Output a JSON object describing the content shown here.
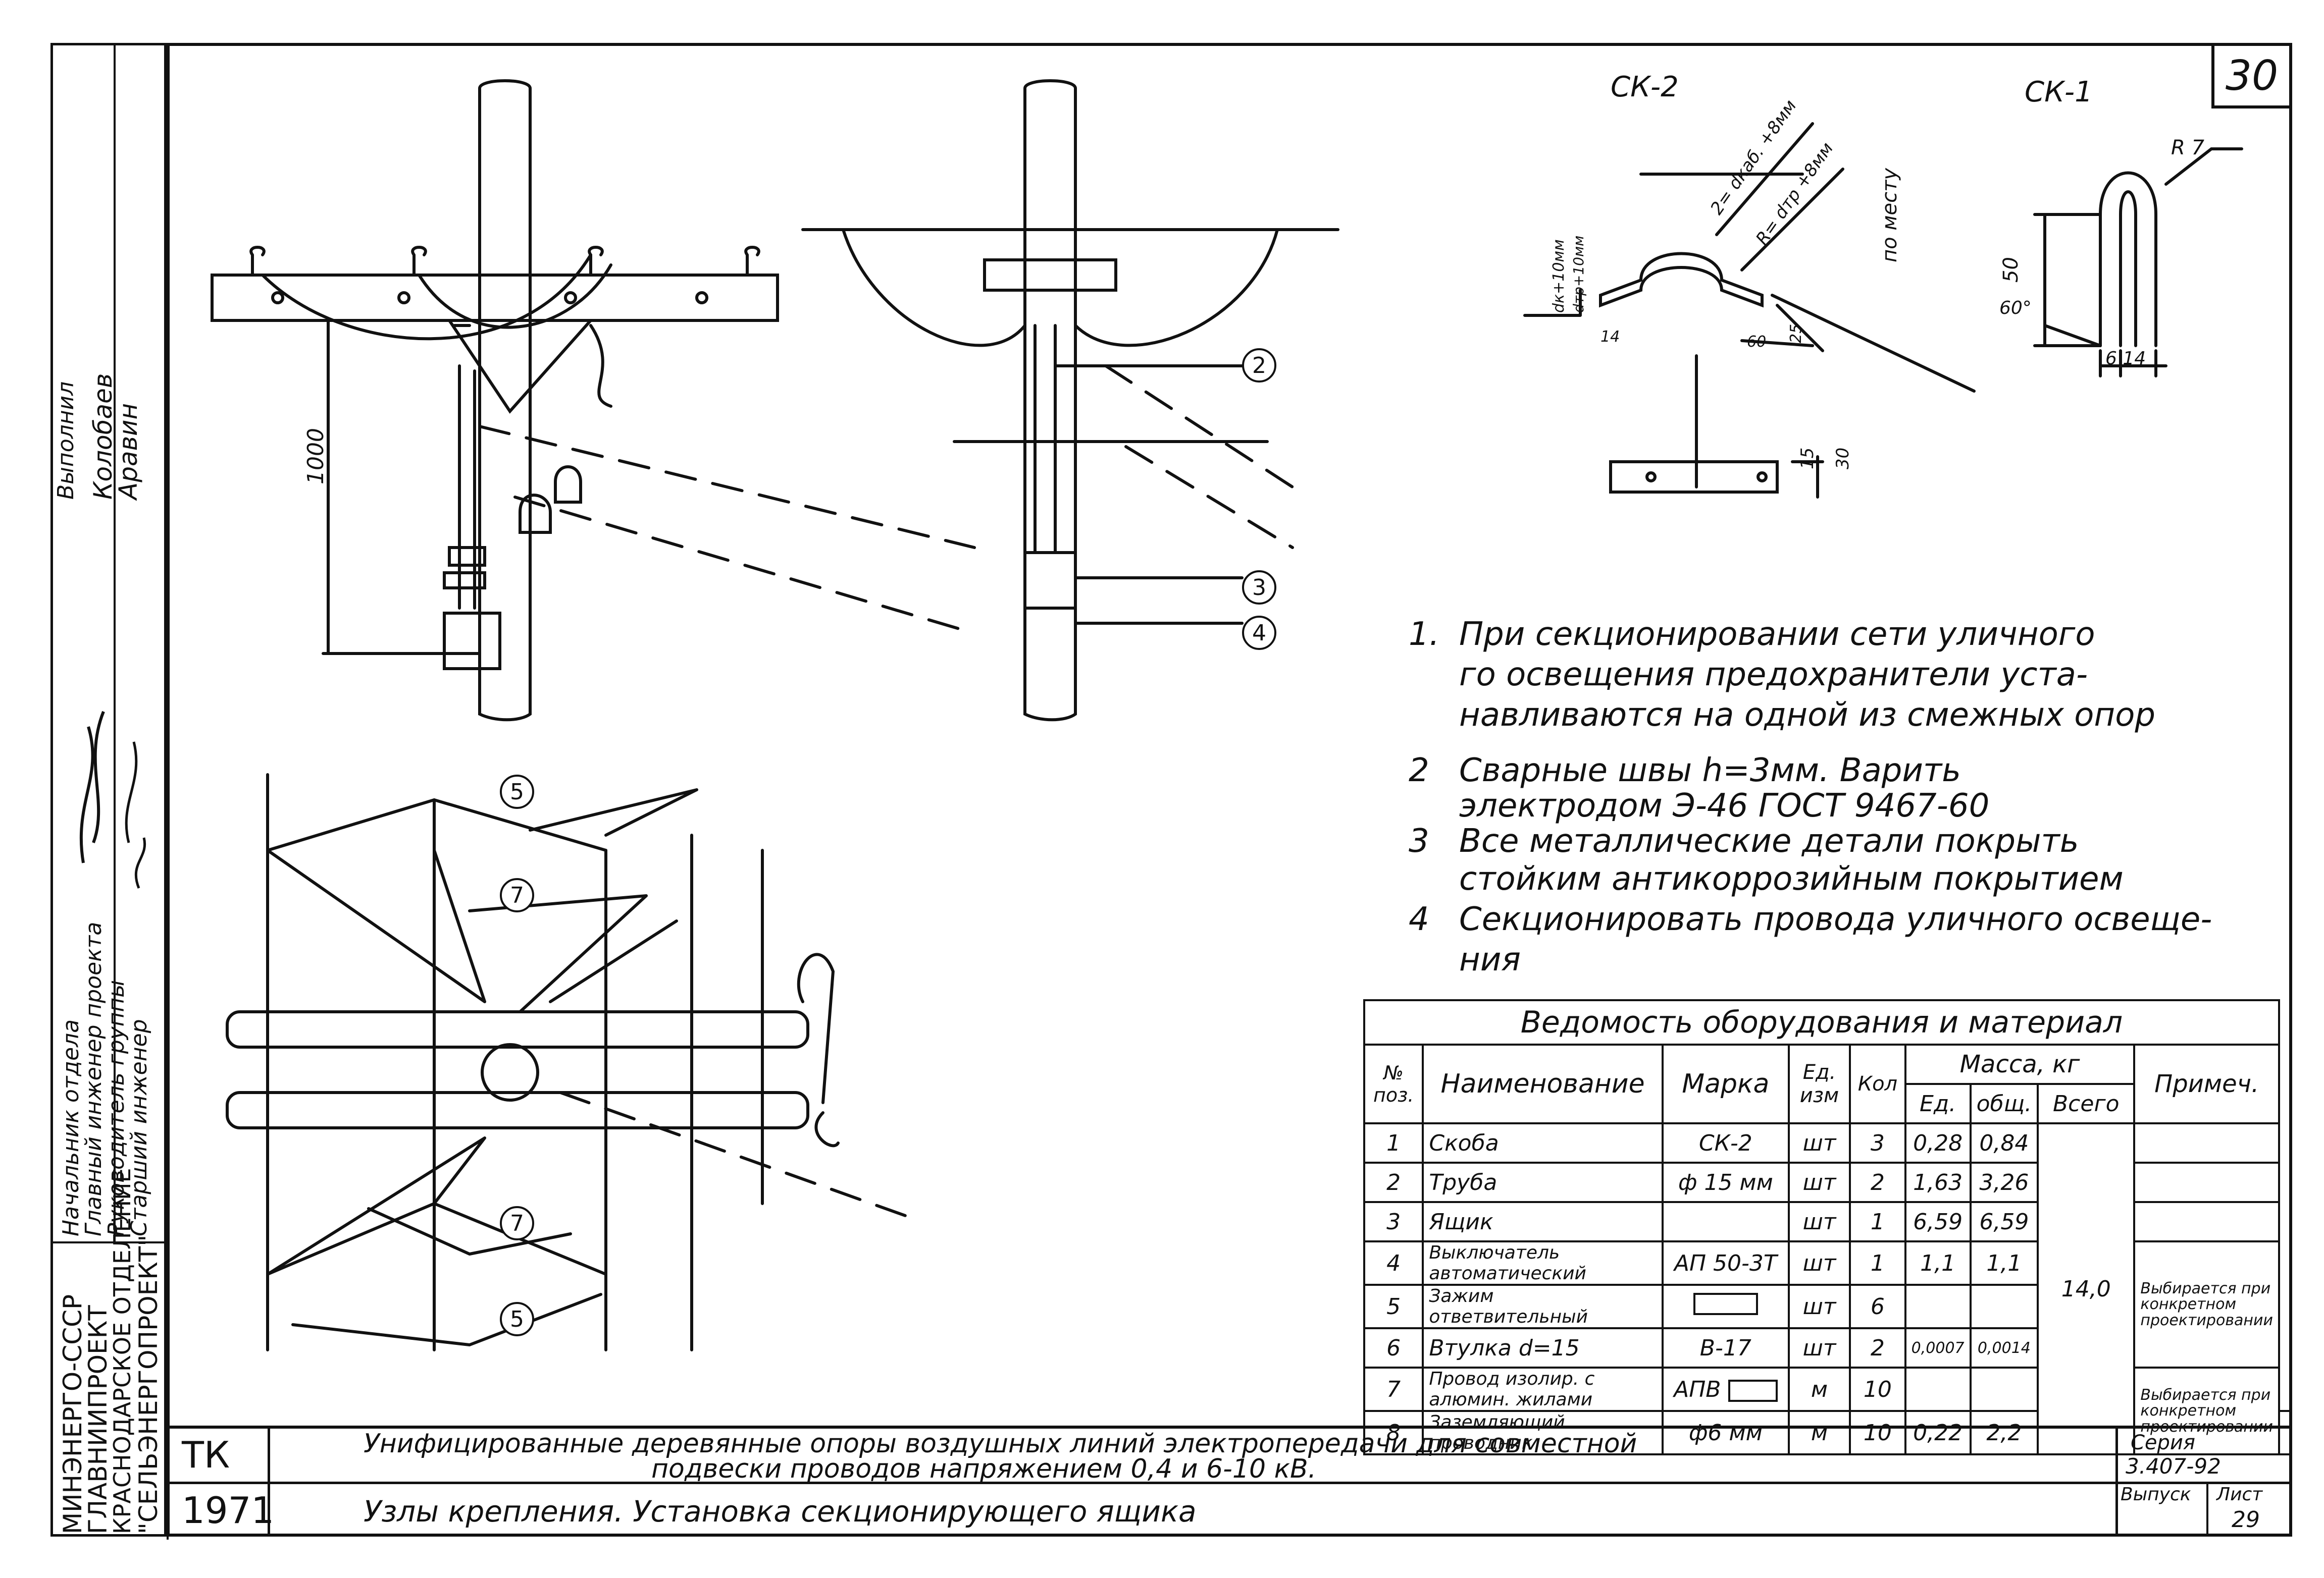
{
  "sheet_number": "30",
  "labels": {
    "ck2": "СК-2",
    "ck1": "СК-1",
    "r7": "R 7",
    "dim_1000": "1000",
    "dim_50": "50",
    "dim_60deg": "60°",
    "dim_6_14": "6 14",
    "dim_15": "15",
    "dim_30": "30",
    "dim_14": "14",
    "dim_60": "60",
    "dim_25": "25",
    "dim_dk": "dк+10мм",
    "dim_dtr": "dтр+10мм",
    "dim_formula1": "2= dкаб. +8мм",
    "dim_formula2": "R= dтр +8мм",
    "po_mestu": "по месту",
    "callouts": [
      "2",
      "3",
      "4",
      "5",
      "7",
      "7",
      "5"
    ]
  },
  "notes": [
    {
      "num": "1.",
      "lines": [
        "При секционировании сети уличного",
        "го освещения предохранители уста-",
        "навливаются на одной из смежных опор"
      ]
    },
    {
      "num": "2",
      "lines": [
        "Сварные швы h=3мм. Варить",
        "электродом Э-46 ГОСТ 9467-60"
      ]
    },
    {
      "num": "3",
      "lines": [
        "Все металлические детали покрыть",
        "стойким антикоррозийным покрытием"
      ]
    },
    {
      "num": "4",
      "lines": [
        "Секционировать провода уличного освеще-",
        "ния"
      ]
    }
  ],
  "spec": {
    "title": "Ведомость оборудования и материал",
    "headers": {
      "pos": "№ поз.",
      "name": "Наименование",
      "mark": "Марка",
      "unit": "Ед. изм",
      "qty": "Кол",
      "mass": "Масса, кг",
      "m_unit": "Ед.",
      "m_total": "общ.",
      "m_all": "Всего",
      "note": "Примеч."
    },
    "rows": [
      {
        "pos": "1",
        "name": "Скоба",
        "mark": "СК-2",
        "unit": "шт",
        "qty": "3",
        "m1": "0,28",
        "m2": "0,84"
      },
      {
        "pos": "2",
        "name": "Труба",
        "mark": "ф 15 мм",
        "unit": "шт",
        "qty": "2",
        "m1": "1,63",
        "m2": "3,26"
      },
      {
        "pos": "3",
        "name": "Ящик",
        "mark": "",
        "unit": "шт",
        "qty": "1",
        "m1": "6,59",
        "m2": "6,59"
      },
      {
        "pos": "4",
        "name": "Выключатель автоматический",
        "mark": "АП 50-3Т",
        "unit": "шт",
        "qty": "1",
        "m1": "1,1",
        "m2": "1,1"
      },
      {
        "pos": "5",
        "name": "Зажим ответвительный",
        "mark": "",
        "unit": "шт",
        "qty": "6",
        "m1": "",
        "m2": ""
      },
      {
        "pos": "6",
        "name": "Втулка d=15",
        "mark": "В-17",
        "unit": "шт",
        "qty": "2",
        "m1": "0,0007",
        "m2": "0,0014"
      },
      {
        "pos": "7",
        "name": "Провод изолир. с алюмин. жилами",
        "mark": "АПВ",
        "unit": "м",
        "qty": "10",
        "m1": "",
        "m2": ""
      },
      {
        "pos": "8",
        "name": "Заземляющий проводник",
        "mark": "ф6 мм",
        "unit": "м",
        "qty": "10",
        "m1": "0,22",
        "m2": "2,2"
      }
    ],
    "total_mass": "14,0",
    "note_1": "Выбирается при конкретном проектировании",
    "note_2": "Выбирается при конкретном проектировании"
  },
  "stamp": {
    "org_lines": [
      "МИНЭНЕРГО-СССР",
      "ГЛАВНИИПРОЕКТ",
      "КРАСНОДАРСКОЕ ОТДЕЛЕНИЕ",
      "\"СЕЛЬЭНЕРГОПРОЕКТ\""
    ],
    "roles": [
      "Начальник отдела",
      "Главный инженер проекта",
      "Руководитель группы",
      "Старший инженер"
    ],
    "names": [
      "Колобаев",
      "Аравин"
    ],
    "header": "Выполнил"
  },
  "title_block": {
    "code": "ТК",
    "year": "1971",
    "line1": "Унифицированные деревянные опоры воздушных линий электропередачи для совместной",
    "line2": "подвески проводов напряжением 0,4 и 6-10 кВ.",
    "line3": "Узлы крепления. Установка секционирующего ящика",
    "series_label": "Серия",
    "series": "3.407-92",
    "issue_label": "Выпуск",
    "sheet_label": "Лист",
    "sheet": "29"
  }
}
